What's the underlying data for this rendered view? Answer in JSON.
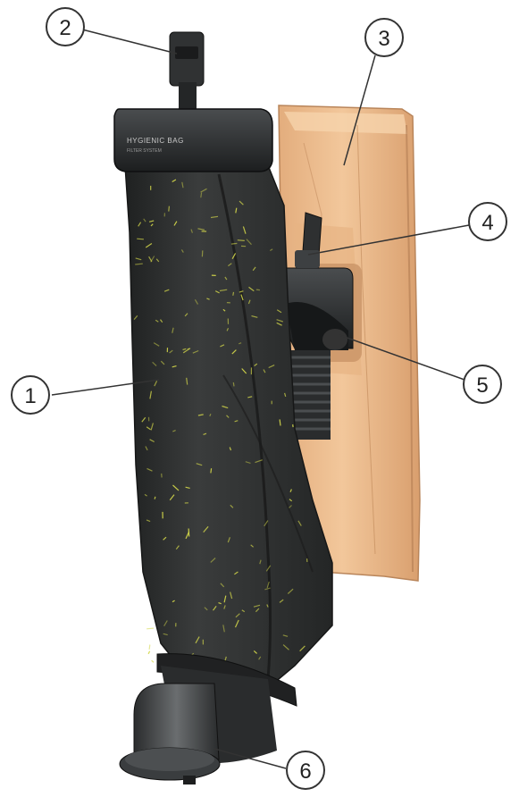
{
  "callouts": [
    {
      "number": "1",
      "part": "outer cloth bag"
    },
    {
      "number": "2",
      "part": "hanger clip"
    },
    {
      "number": "3",
      "part": "paper dust bag"
    },
    {
      "number": "4",
      "part": "bag retaining clip"
    },
    {
      "number": "5",
      "part": "bag collar / fill tube connector"
    },
    {
      "number": "6",
      "part": "bag inlet elbow"
    }
  ],
  "brand_plate": {
    "line1": "HYGIENIC BAG",
    "line2": "FILTER SYSTEM"
  },
  "colors": {
    "cloth_bag": "#2f3131",
    "cloth_fleck": "#d4d84a",
    "paper_bag": "#e9b98a",
    "plastic_parts": "#2b2d2e",
    "callout_ring": "#333333"
  }
}
